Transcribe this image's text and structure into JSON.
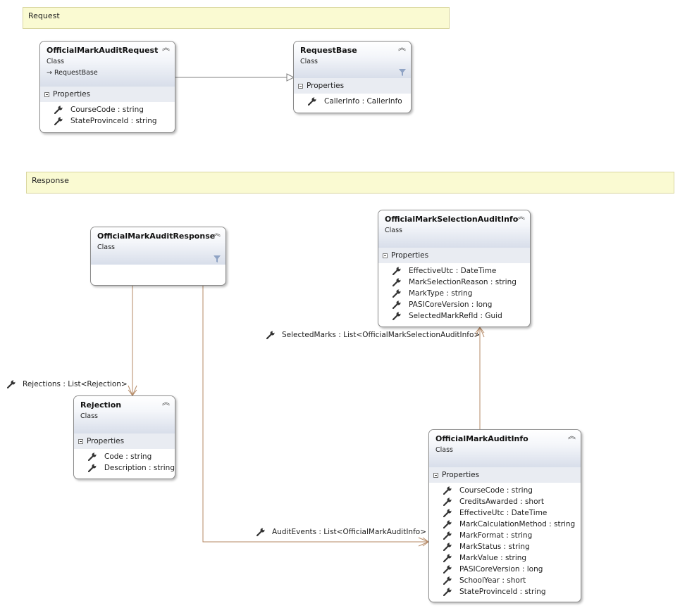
{
  "notes": {
    "request": "Request",
    "response": "Response"
  },
  "classes": {
    "official_mark_audit_request": {
      "name": "OfficialMarkAuditRequest",
      "stereotype": "Class",
      "base": "RequestBase",
      "section": "Properties",
      "properties": [
        "CourseCode : string",
        "StateProvinceId : string"
      ]
    },
    "request_base": {
      "name": "RequestBase",
      "stereotype": "Class",
      "section": "Properties",
      "properties": [
        "CallerInfo : CallerInfo"
      ]
    },
    "official_mark_audit_response": {
      "name": "OfficialMarkAuditResponse",
      "stereotype": "Class"
    },
    "official_mark_selection_audit_info": {
      "name": "OfficialMarkSelectionAuditInfo",
      "stereotype": "Class",
      "section": "Properties",
      "properties": [
        "EffectiveUtc : DateTime",
        "MarkSelectionReason : string",
        "MarkType : string",
        "PASICoreVersion : long",
        "SelectedMarkRefId : Guid"
      ]
    },
    "rejection": {
      "name": "Rejection",
      "stereotype": "Class",
      "section": "Properties",
      "properties": [
        "Code : string",
        "Description : string"
      ]
    },
    "official_mark_audit_info": {
      "name": "OfficialMarkAuditInfo",
      "stereotype": "Class",
      "section": "Properties",
      "properties": [
        "CourseCode : string",
        "CreditsAwarded : short",
        "EffectiveUtc : DateTime",
        "MarkCalculationMethod : string",
        "MarkFormat : string",
        "MarkStatus : string",
        "MarkValue : string",
        "PASICoreVersion : long",
        "SchoolYear : short",
        "StateProvinceId : string"
      ]
    }
  },
  "associations": {
    "selected_marks": "SelectedMarks : List<OfficialMarkSelectionAuditInfo>",
    "rejections": "Rejections : List<Rejection>",
    "audit_events": "AuditEvents : List<OfficialMarkAuditInfo>"
  },
  "colors": {
    "association_line": "#b58a66",
    "inheritance_line": "#808080",
    "note_fill": "#fafad2"
  },
  "icons": {
    "property": "wrench-icon",
    "collapse": "double-chevron-up-icon",
    "filter": "filter-icon",
    "inherit": "inherit-arrow-icon",
    "section_toggle": "minus-box-icon"
  }
}
